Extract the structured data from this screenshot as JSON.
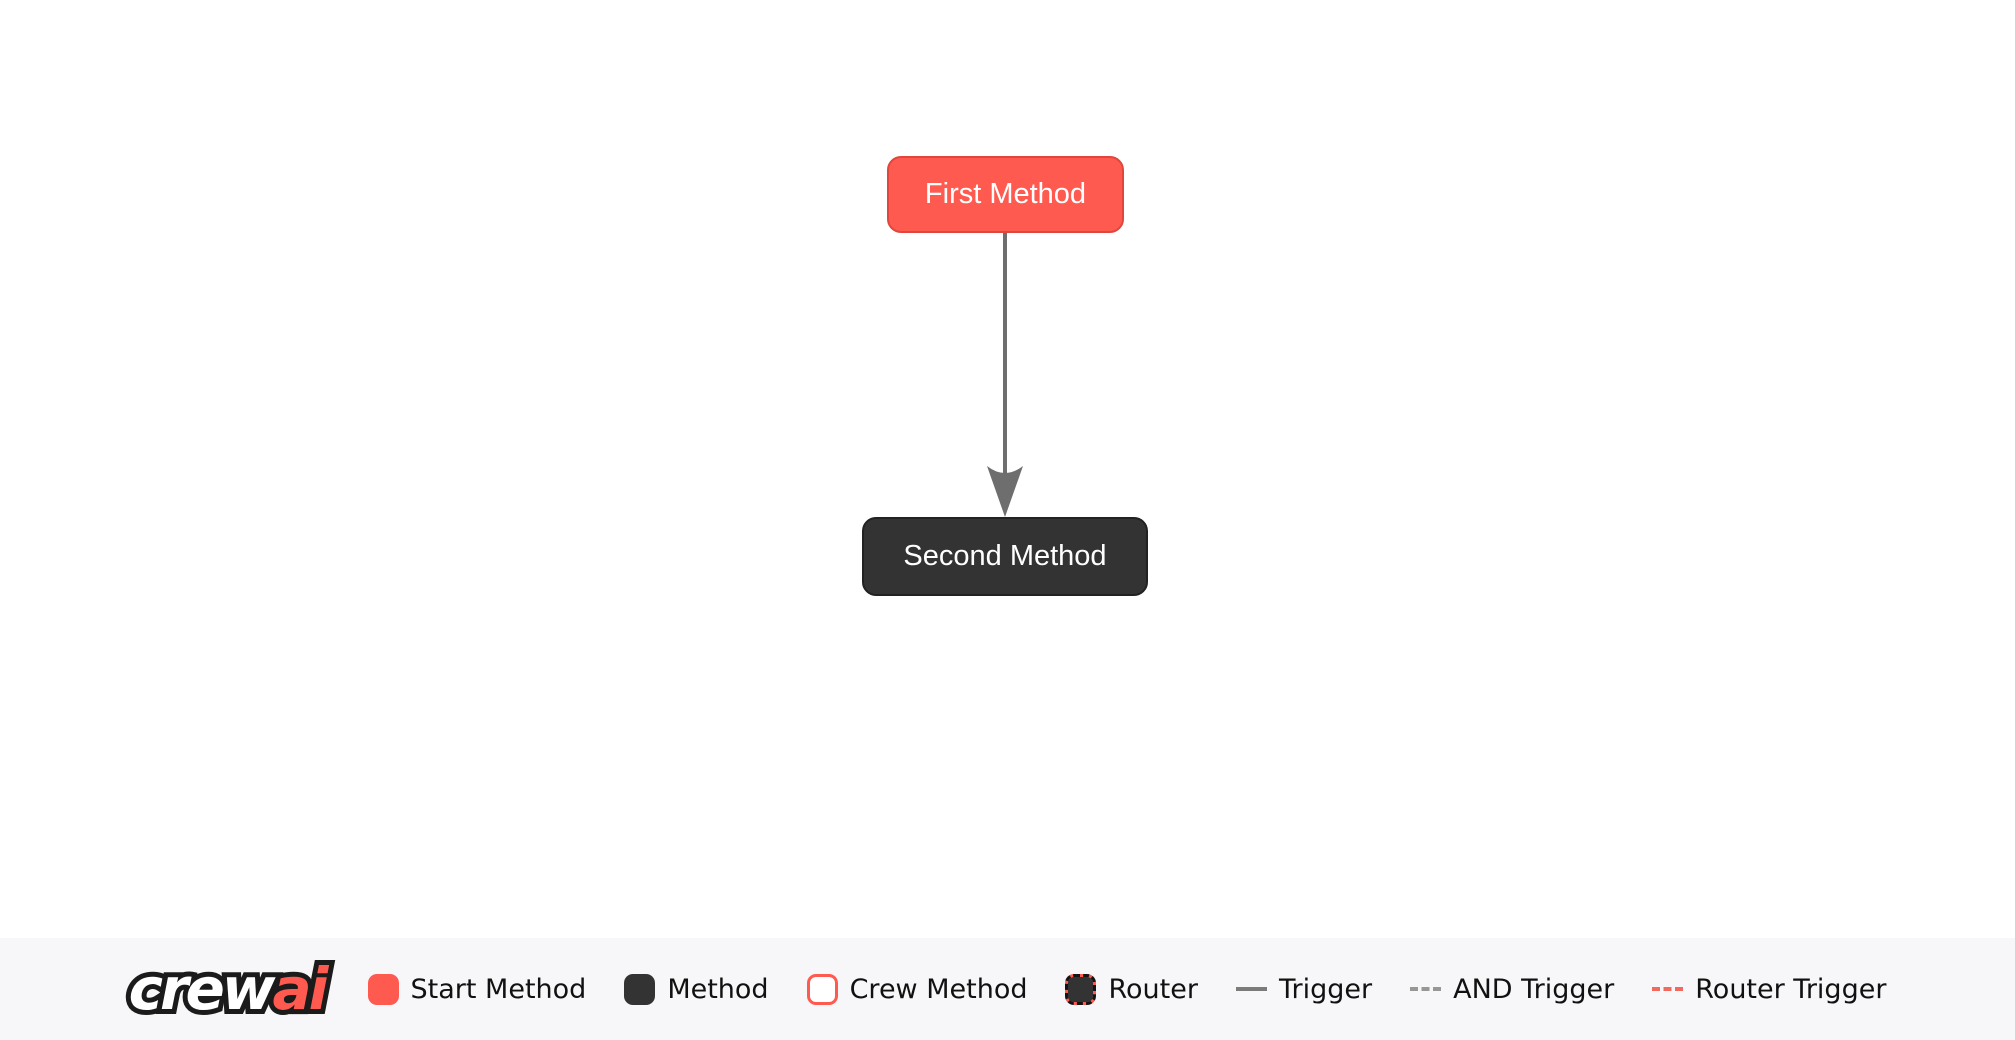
{
  "diagram": {
    "nodes": [
      {
        "id": "first_method",
        "label": "First Method",
        "type": "start-method"
      },
      {
        "id": "second_method",
        "label": "Second Method",
        "type": "method"
      }
    ],
    "edges": [
      {
        "from": "first_method",
        "to": "second_method",
        "type": "trigger"
      }
    ]
  },
  "colors": {
    "accent_red": "#FF5A50",
    "node_dark": "#333333",
    "edge_gray": "#6e6e6e",
    "legend_bg": "#f7f7f9",
    "canvas_bg": "#ffffff"
  },
  "legend": {
    "logo": {
      "text": "crewai",
      "part1": "crew",
      "part2": "ai"
    },
    "items": [
      {
        "label": "Start Method"
      },
      {
        "label": "Method"
      },
      {
        "label": "Crew Method"
      },
      {
        "label": "Router"
      },
      {
        "label": "Trigger"
      },
      {
        "label": "AND Trigger"
      },
      {
        "label": "Router Trigger"
      }
    ]
  }
}
